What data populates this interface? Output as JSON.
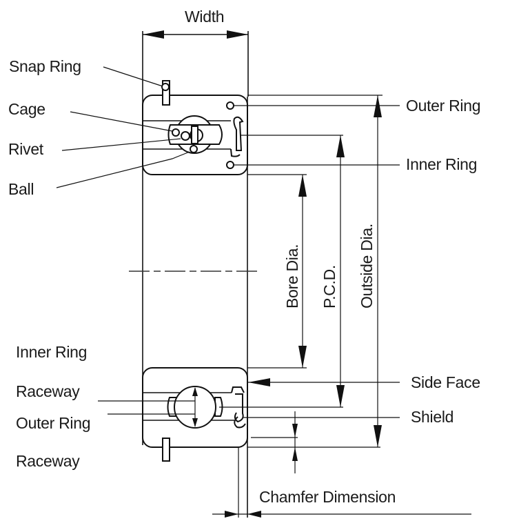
{
  "diagram": {
    "title": "Ball Bearing Nomenclature",
    "dimensions": {
      "width": "Width",
      "bore_dia": "Bore Dia.",
      "pcd": "P.C.D.",
      "outside_dia": "Outside Dia.",
      "chamfer": "Chamfer Dimension"
    },
    "left_labels_top": {
      "snap_ring": "Snap Ring",
      "cage": "Cage",
      "rivet": "Rivet",
      "ball": "Ball"
    },
    "left_labels_bottom": {
      "inner_ring_raceway_1": "Inner Ring",
      "inner_ring_raceway_2": "Raceway",
      "outer_ring_raceway_1": "Outer Ring",
      "outer_ring_raceway_2": "Raceway"
    },
    "right_labels": {
      "outer_ring": "Outer Ring",
      "inner_ring": "Inner Ring",
      "side_face": "Side Face",
      "shield": "Shield"
    }
  }
}
